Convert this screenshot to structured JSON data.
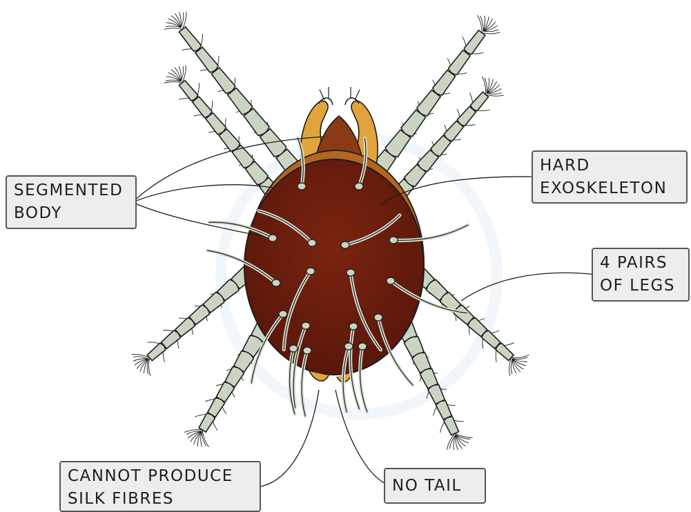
{
  "diagram": {
    "subject": "mite (arachnid) viewed from above",
    "colors": {
      "body": "#6e1d0c",
      "body_rim": "#b4651f",
      "head": "#8a3b16",
      "mouthparts": "#e1a33b",
      "legs": "#c9d5c2",
      "outline": "#1c1c1c",
      "label_fill": "#ededed",
      "label_border": "#555555"
    },
    "labels": {
      "segmented_body": [
        "SEGMENTED",
        "BODY"
      ],
      "hard_exoskeleton": [
        "HARD",
        "EXOSKELETON"
      ],
      "four_pairs_legs": [
        "4 PAIRS",
        "OF LEGS"
      ],
      "cannot_produce_silk": [
        "CANNOT PRODUCE",
        "SILK FIBRES"
      ],
      "no_tail": [
        "NO TAIL"
      ]
    }
  }
}
